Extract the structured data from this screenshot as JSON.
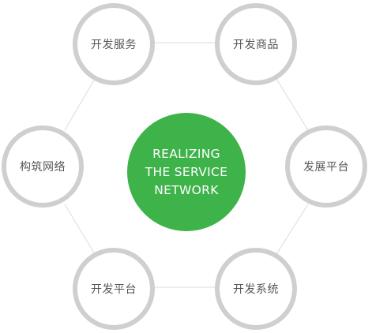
{
  "center": {
    "text": "REALIZING\nTHE SERVICE\nNETWORK",
    "color": "#3db34a"
  },
  "nodes": [
    {
      "id": "top-left",
      "label": "开发服务"
    },
    {
      "id": "top-right",
      "label": "开发商品"
    },
    {
      "id": "right",
      "label": "发展平台"
    },
    {
      "id": "bottom-right",
      "label": "开发系统"
    },
    {
      "id": "bottom-left",
      "label": "开发平台"
    },
    {
      "id": "left",
      "label": "构筑网络"
    }
  ],
  "colors": {
    "ring": "#cfcfcf",
    "connector": "#e2e2e2",
    "label": "#555555"
  }
}
